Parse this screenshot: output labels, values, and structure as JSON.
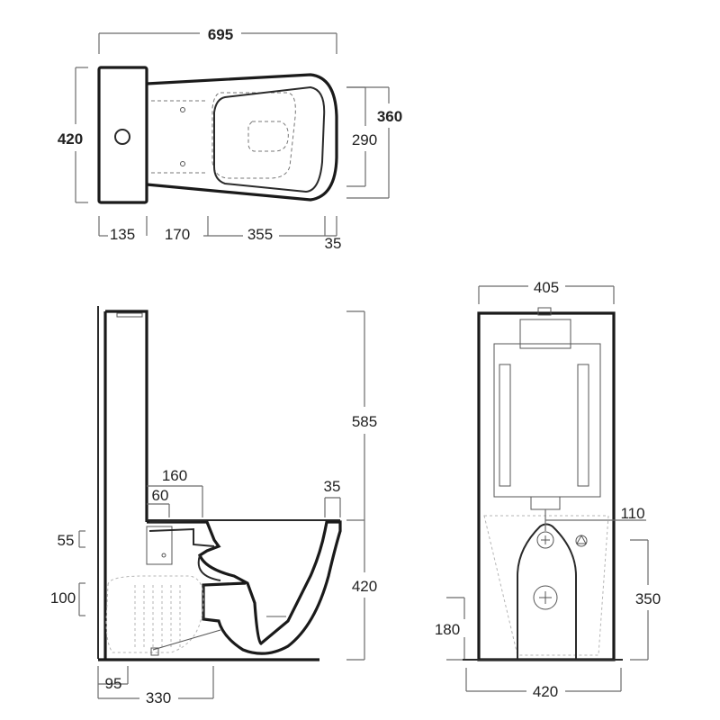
{
  "top_view": {
    "overall_length": "695",
    "overall_width": "420",
    "seat_width": "360",
    "bowl_width": "290",
    "seg_a": "135",
    "seg_b": "170",
    "seg_c": "355",
    "seg_d": "35"
  },
  "side_view": {
    "height_cistern": "585",
    "height_bowl": "420",
    "dim_160": "160",
    "dim_60": "60",
    "dim_35": "35",
    "dim_55": "55",
    "dim_100": "100",
    "dim_95": "95",
    "dim_330": "330"
  },
  "front_view": {
    "top_width": "405",
    "bottom_width": "420",
    "dim_110": "110",
    "dim_350": "350",
    "dim_180": "180"
  }
}
